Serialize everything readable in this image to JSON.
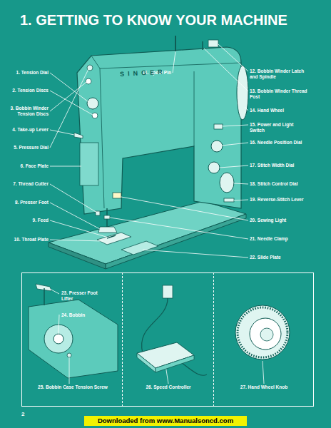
{
  "diagram": {
    "title": "1. GETTING TO KNOW YOUR MACHINE",
    "nodes": [
      {
        "text": [
          "23. Presser Foot Lifter",
          "24. Bobbin",
          "25. Bobbin Case Tension Screw"
        ]
      },
      {
        "text": [
          "26. Speed Controller"
        ]
      },
      {
        "text": [
          "27. Hand Wheel Knob"
        ]
      },
      {
        "text": [
          "Downloaded from www.Manualsoncd.com"
        ]
      }
    ],
    "labels": [
      "1. Tension Dial",
      "2. Tension Discs",
      "3. Bobbin Winder Tension Discs",
      "4. Take-up Lever",
      "5. Pressure Dial",
      "6. Face Plate",
      "7. Thread Cutter",
      "8. Presser Foot",
      "9. Feed",
      "10. Throat Plate",
      "11. Spool Pin",
      "12. Bobbin Winder Latch and Spindle",
      "13. Bobbin Winder Thread Post",
      "14. Hand Wheel",
      "15. Power and Light Switch",
      "16. Needle Position Dial",
      "17. Stitch Width Dial",
      "18. Stitch Control Dial",
      "19. Reverse-Stitch Lever",
      "20. Sewing Light",
      "21. Needle Clamp",
      "22. Slide Plate",
      "SINGER",
      "2"
    ]
  }
}
